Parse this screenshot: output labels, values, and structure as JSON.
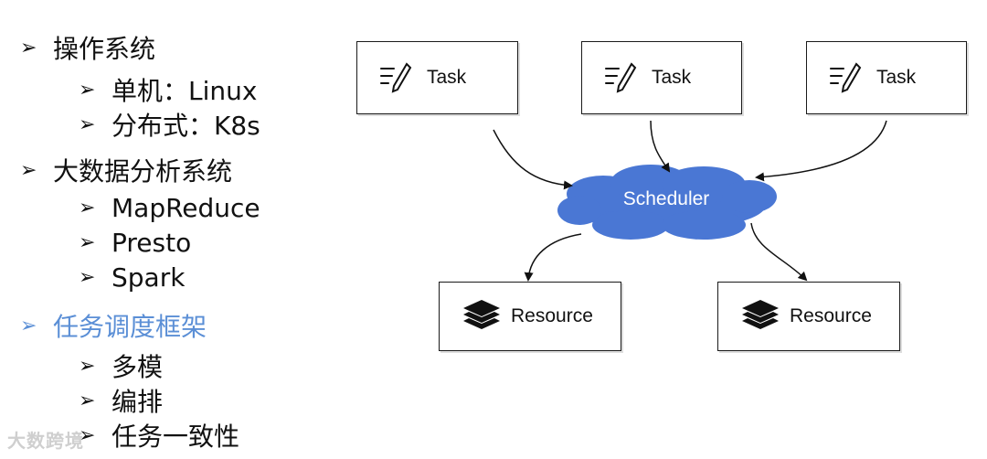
{
  "outline": [
    {
      "label": "操作系统",
      "level": 1
    },
    {
      "label": "单机：Linux",
      "level": 2
    },
    {
      "label": "分布式：K8s",
      "level": 2
    },
    {
      "label": "大数据分析系统",
      "level": 1
    },
    {
      "label": "MapReduce",
      "level": 2
    },
    {
      "label": "Presto",
      "level": 2
    },
    {
      "label": "Spark",
      "level": 2
    },
    {
      "label": "任务调度框架",
      "level": 1,
      "active": true
    },
    {
      "label": "多模",
      "level": 2
    },
    {
      "label": "编排",
      "level": 2
    },
    {
      "label": "任务一致性",
      "level": 2
    }
  ],
  "bullet_glyph": "➢",
  "diagram": {
    "tasks": [
      "Task",
      "Task",
      "Task"
    ],
    "scheduler": "Scheduler",
    "resources": [
      "Resource",
      "Resource"
    ]
  },
  "watermark": "大数跨境",
  "colors": {
    "active": "#5b8fd6",
    "cloud": "#4a77d4"
  }
}
